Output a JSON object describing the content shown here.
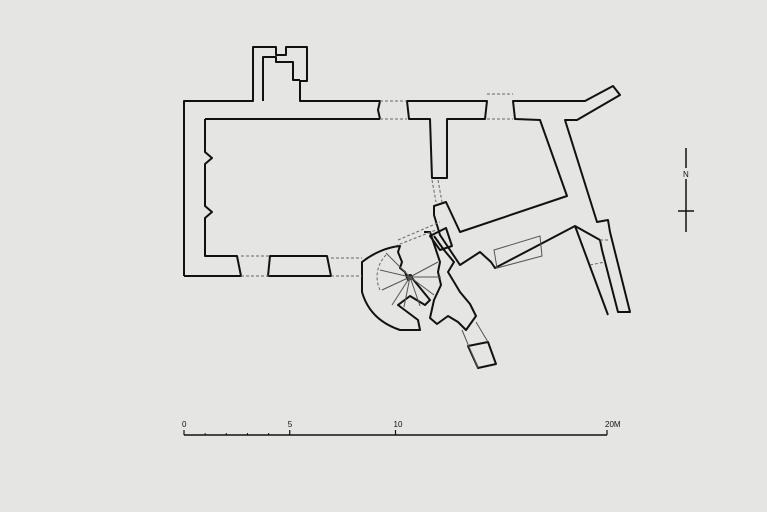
{
  "plan": {
    "north_label": "N",
    "scale_bar": {
      "unit": "M",
      "labels": [
        "0",
        "5",
        "10",
        "20M"
      ],
      "values_m": [
        0,
        5,
        10,
        20
      ],
      "minor_ticks_m": [
        1,
        2,
        3,
        4
      ]
    }
  }
}
